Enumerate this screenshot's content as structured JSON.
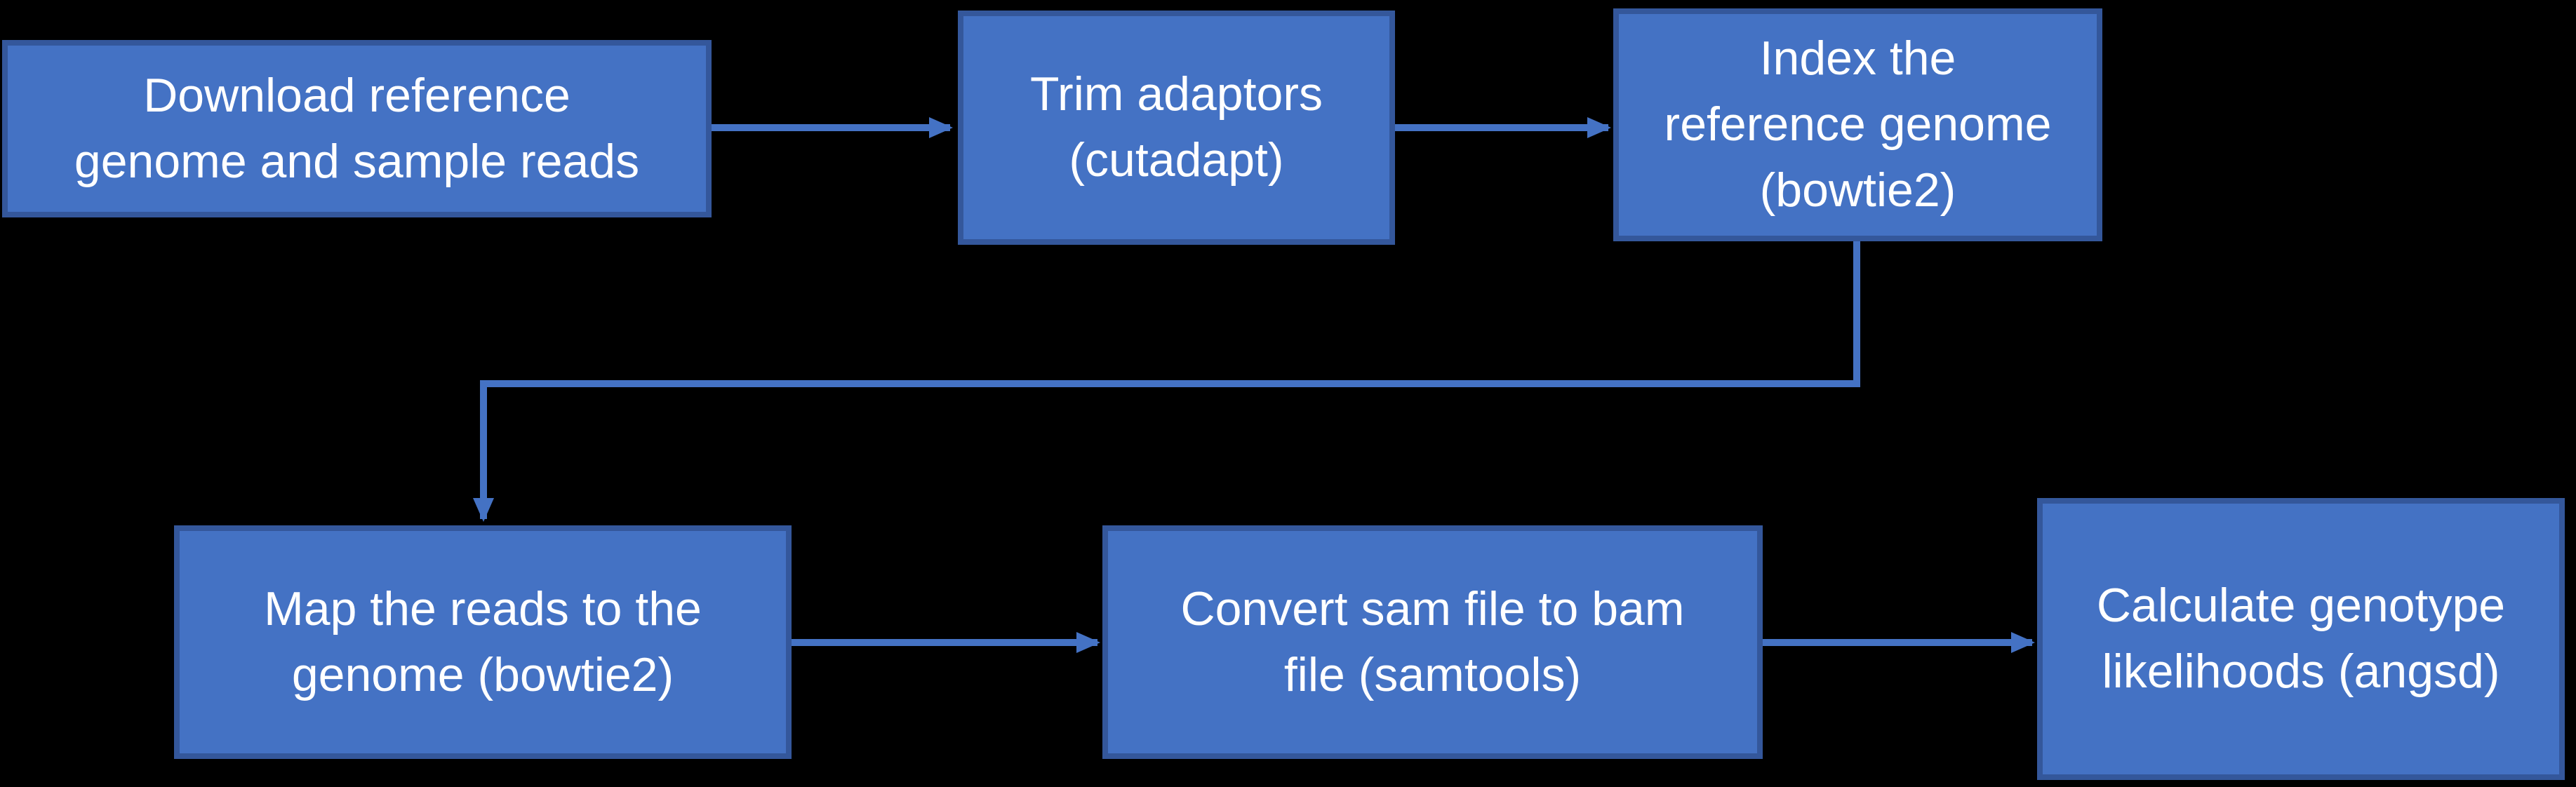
{
  "diagram": {
    "type": "flowchart",
    "background_color": "#000000",
    "colors": {
      "background": "#000000",
      "node_fill": "#4472C4",
      "node_border": "#34579B",
      "arrow": "#4472C4",
      "text": "#FFFFFF"
    },
    "nodes": [
      {
        "id": "download-reads",
        "label": "Download reference\ngenome and sample reads"
      },
      {
        "id": "trim-adaptors",
        "label": "Trim adaptors\n(cutadapt)"
      },
      {
        "id": "index-genome",
        "label": "Index the\nreference genome\n(bowtie2)"
      },
      {
        "id": "map-reads",
        "label": "Map the reads to the\ngenome (bowtie2)"
      },
      {
        "id": "convert-sam-to-bam",
        "label": "Convert sam file to bam\nfile (samtools)"
      },
      {
        "id": "genotype-likelihoods",
        "label": "Calculate genotype\nlikelihoods (angsd)"
      }
    ],
    "edges": [
      {
        "from": "download-reads",
        "to": "trim-adaptors",
        "shape": "straight"
      },
      {
        "from": "trim-adaptors",
        "to": "index-genome",
        "shape": "straight"
      },
      {
        "from": "index-genome",
        "to": "map-reads",
        "shape": "elbow"
      },
      {
        "from": "map-reads",
        "to": "convert-sam-to-bam",
        "shape": "straight"
      },
      {
        "from": "convert-sam-to-bam",
        "to": "genotype-likelihoods",
        "shape": "straight"
      }
    ]
  }
}
